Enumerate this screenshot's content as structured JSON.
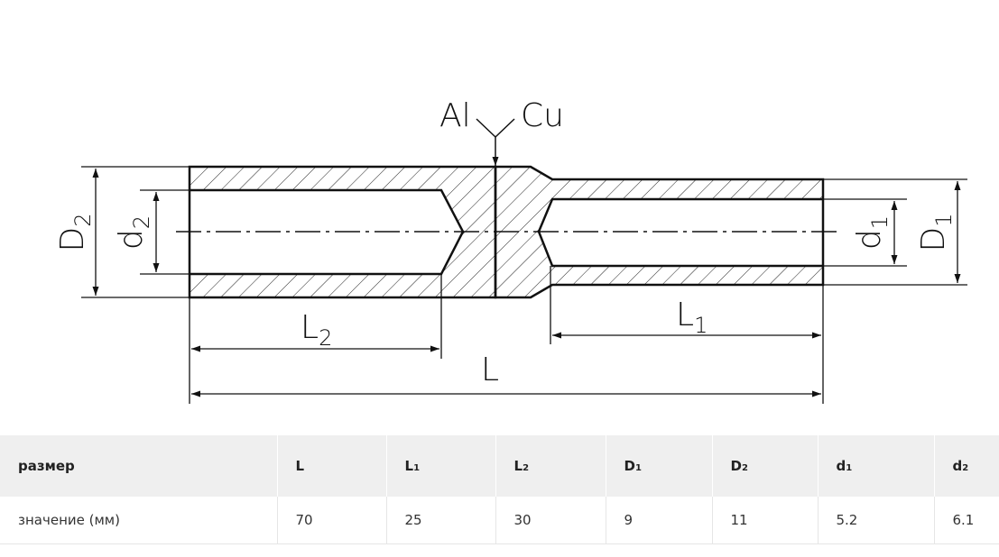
{
  "drawing": {
    "labels": {
      "al": "Al",
      "cu": "Cu",
      "D2": {
        "base": "D",
        "sub": "2"
      },
      "d2": {
        "base": "d",
        "sub": "2"
      },
      "d1": {
        "base": "d",
        "sub": "1"
      },
      "D1": {
        "base": "D",
        "sub": "1"
      },
      "L2": {
        "base": "L",
        "sub": "2"
      },
      "L1": {
        "base": "L",
        "sub": "1"
      },
      "L": "L"
    }
  },
  "table": {
    "headers": [
      {
        "text": "размер",
        "sub": ""
      },
      {
        "text": "L",
        "sub": ""
      },
      {
        "text": "L",
        "sub": "1"
      },
      {
        "text": "L",
        "sub": "2"
      },
      {
        "text": "D",
        "sub": "1"
      },
      {
        "text": "D",
        "sub": "2"
      },
      {
        "text": "d",
        "sub": "1"
      },
      {
        "text": "d",
        "sub": "2"
      }
    ],
    "row": [
      "значение (мм)",
      "70",
      "25",
      "30",
      "9",
      "11",
      "5.2",
      "6.1"
    ]
  }
}
